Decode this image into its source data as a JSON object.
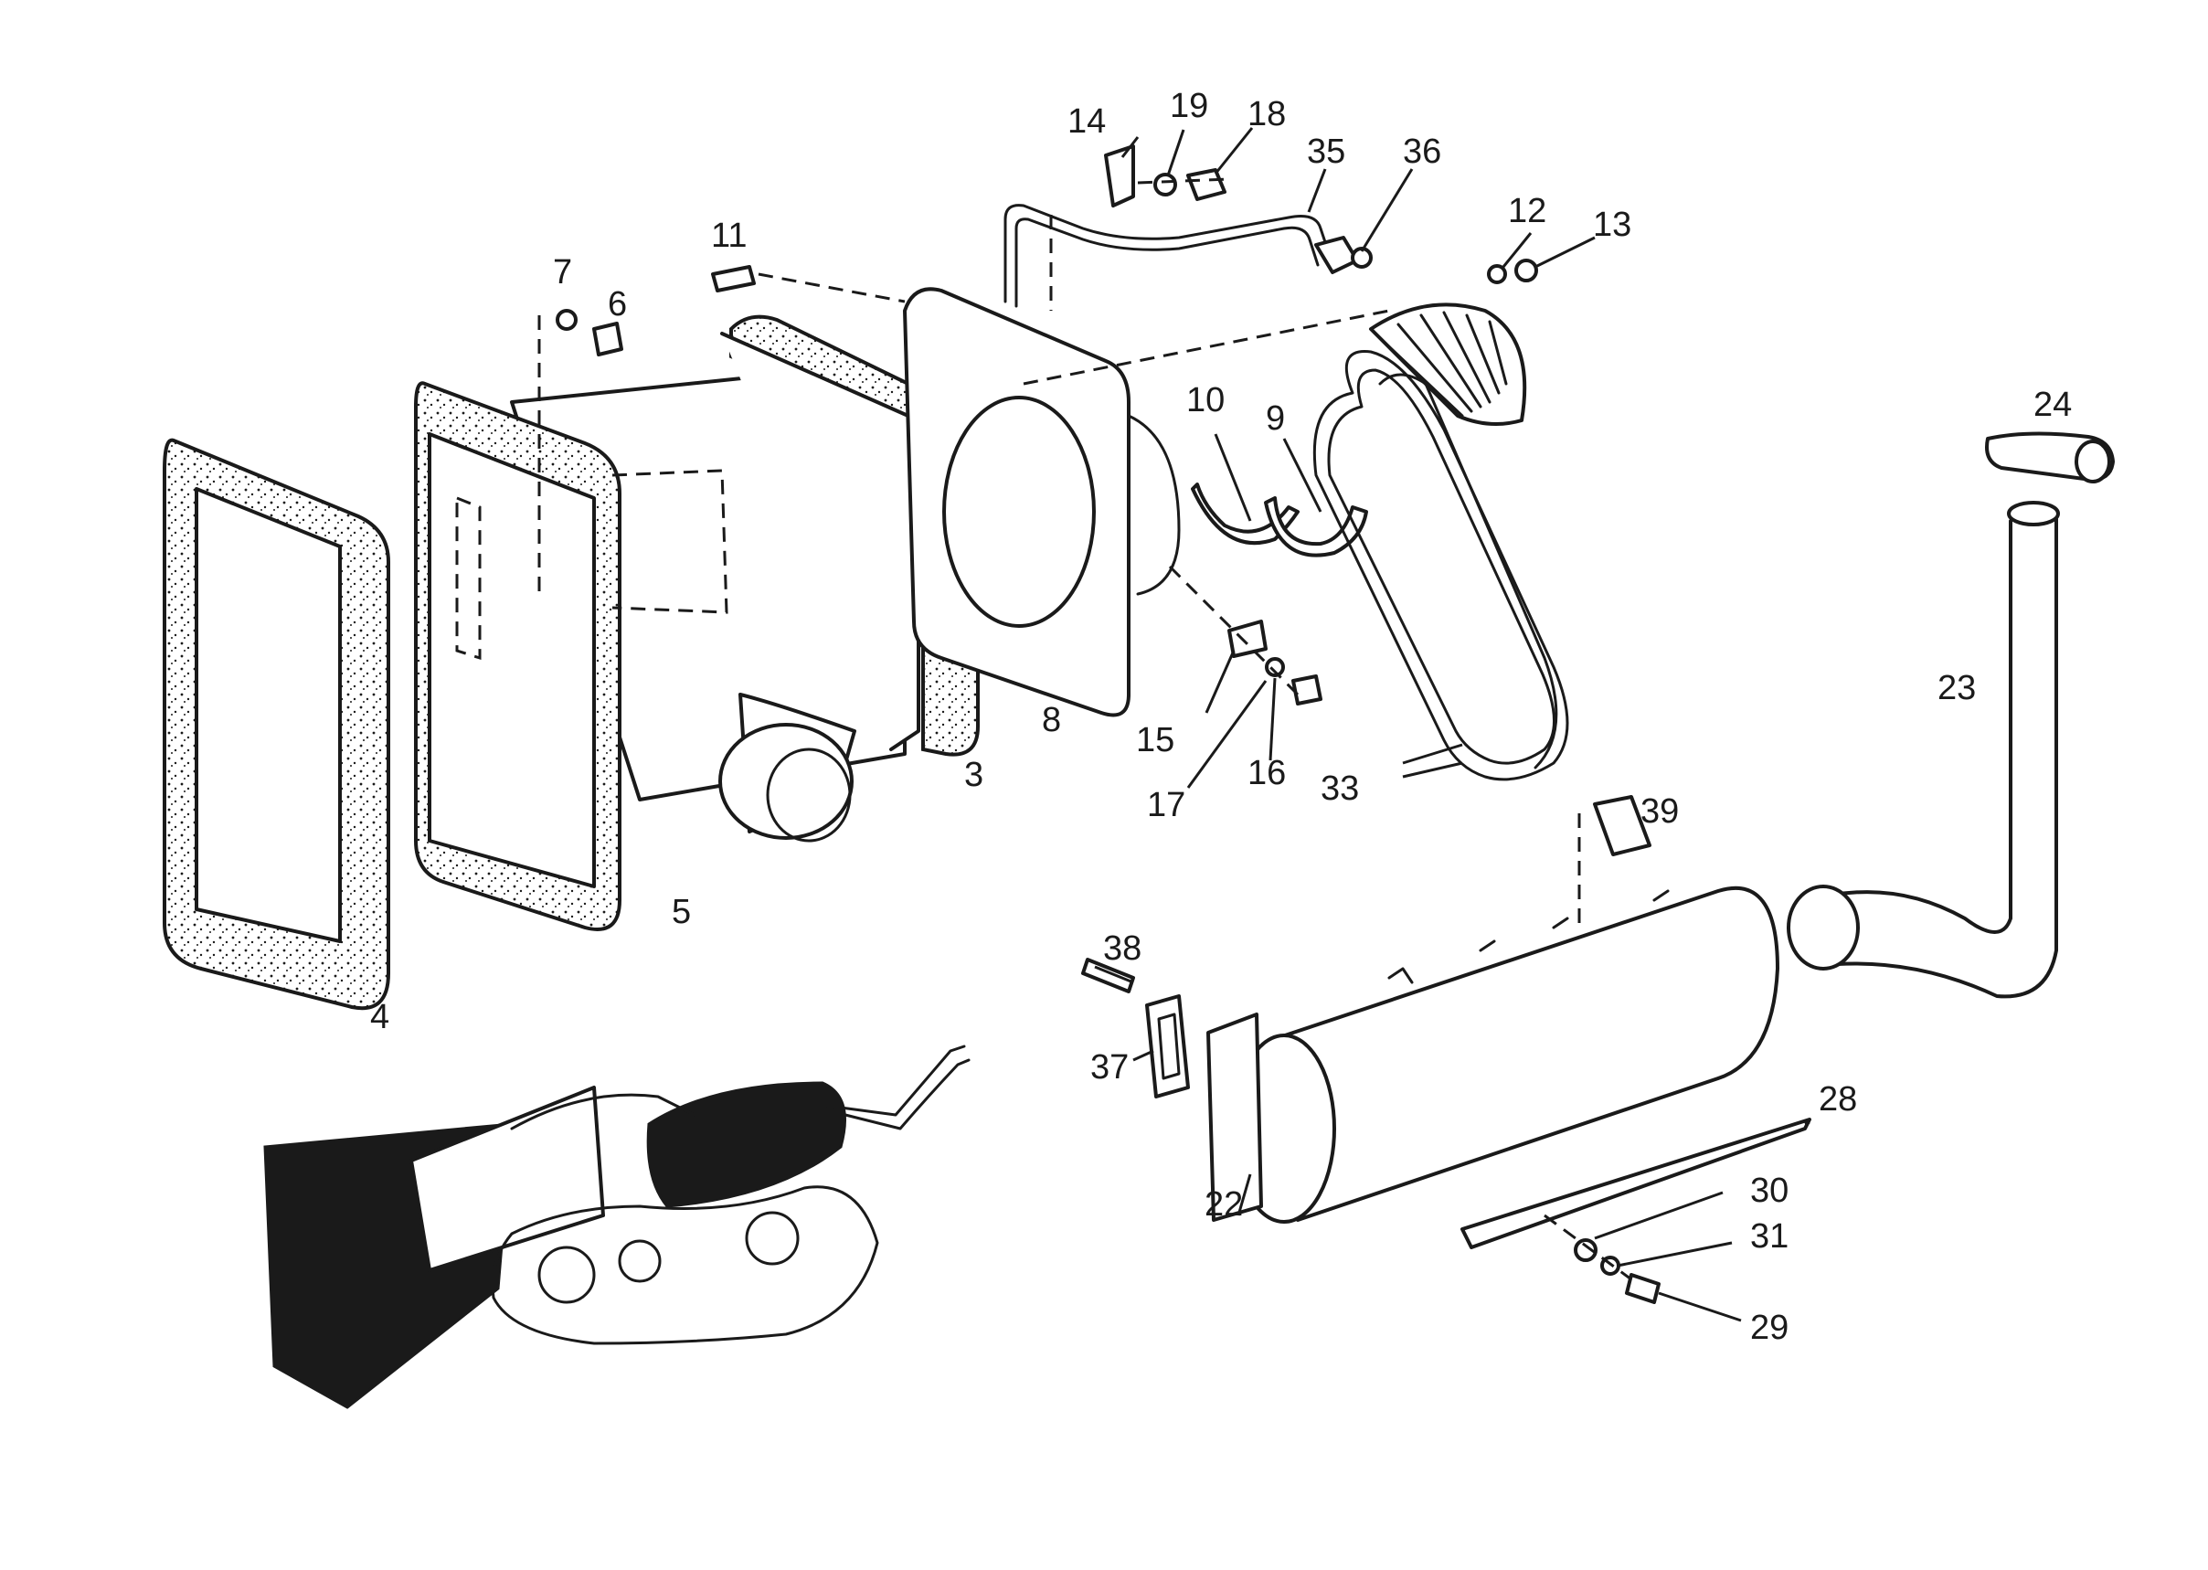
{
  "callouts": {
    "c3": "3",
    "c4": "4",
    "c5": "5",
    "c6": "6",
    "c7": "7",
    "c8": "8",
    "c9": "9",
    "c10": "10",
    "c11": "11",
    "c12": "12",
    "c13": "13",
    "c14": "14",
    "c15": "15",
    "c16": "16",
    "c17": "17",
    "c18": "18",
    "c19": "19",
    "c22": "22",
    "c23": "23",
    "c24": "24",
    "c28": "28",
    "c29": "29",
    "c30": "30",
    "c31": "31",
    "c33": "33",
    "c35": "35",
    "c36": "36",
    "c37": "37",
    "c38": "38",
    "c39": "39"
  },
  "colors": {
    "ink": "#1a1a1a",
    "paper": "#ffffff"
  }
}
